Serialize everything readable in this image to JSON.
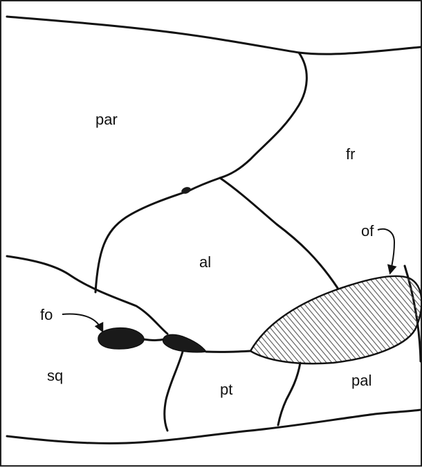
{
  "labels": {
    "par": "par",
    "fr": "fr",
    "al": "al",
    "of": "of",
    "fo": "fo",
    "sq": "sq",
    "pt": "pt",
    "pal": "pal"
  },
  "colors": {
    "line": "#111111",
    "foramen_fill": "#1a1a1a",
    "hatch": "#555555"
  }
}
